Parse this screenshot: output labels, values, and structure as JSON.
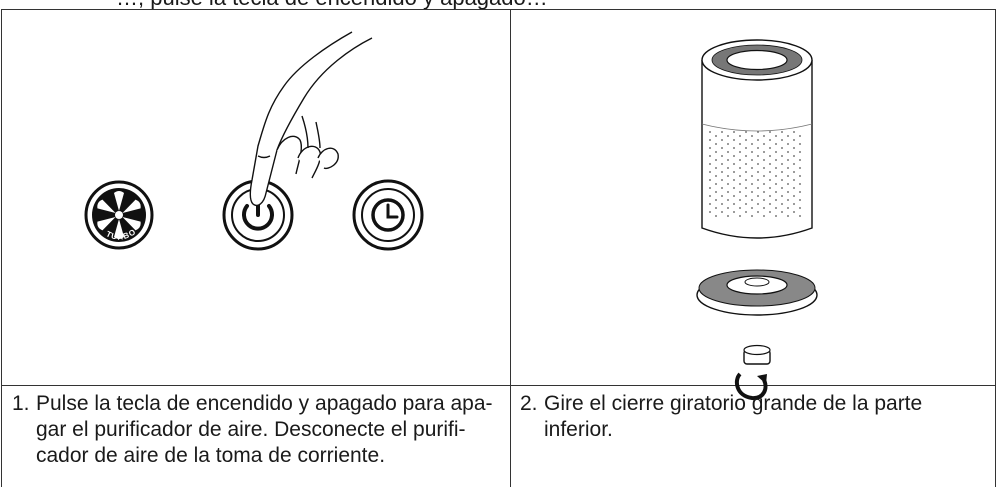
{
  "header_fragment": "…, pulse la tecla de encendido y apagado…",
  "steps": [
    {
      "number": "1.",
      "lines": [
        "Pulse la tecla de encendido y apagado para apa-",
        "gar el purificador de aire. Desconecte el purifi-",
        "cador de aire de la toma de corriente."
      ],
      "illustration_labels": {
        "turbo": "TURBO"
      }
    },
    {
      "number": "2.",
      "lines": [
        "Gire el cierre giratorio grande de la parte inferior."
      ]
    }
  ],
  "icons": [
    "turbo-fan-icon",
    "power-icon",
    "timer-icon",
    "finger-icon",
    "purifier-icon",
    "rotate-arrow-icon"
  ]
}
